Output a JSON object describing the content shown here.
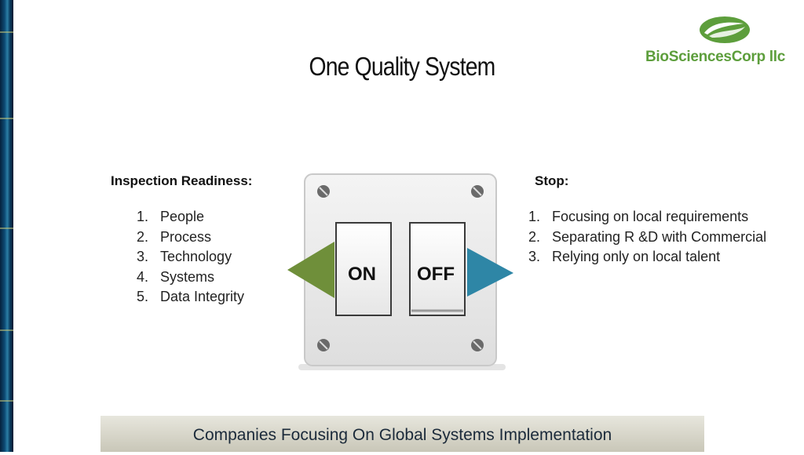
{
  "slide": {
    "title": "One Quality System",
    "logo_text": "BioSciencesCorp llc",
    "left": {
      "heading": "Inspection Readiness:",
      "items": [
        {
          "num": "1.",
          "text": "People"
        },
        {
          "num": "2.",
          "text": "Process"
        },
        {
          "num": "3.",
          "text": "Technology"
        },
        {
          "num": "4.",
          "text": "Systems"
        },
        {
          "num": "5.",
          "text": "Data Integrity"
        }
      ]
    },
    "right": {
      "heading": "Stop:",
      "items": [
        {
          "num": "1.",
          "text": "Focusing on local requirements"
        },
        {
          "num": "2.",
          "text": "Separating R &D with Commercial"
        },
        {
          "num": "3.",
          "text": "Relying only on local talent"
        }
      ]
    },
    "switch": {
      "on_label": "ON",
      "off_label": "OFF",
      "on_arrow_color": "#6f8f3a",
      "off_arrow_color": "#2e86a6"
    },
    "banner": "Companies Focusing On Global Systems Implementation"
  }
}
